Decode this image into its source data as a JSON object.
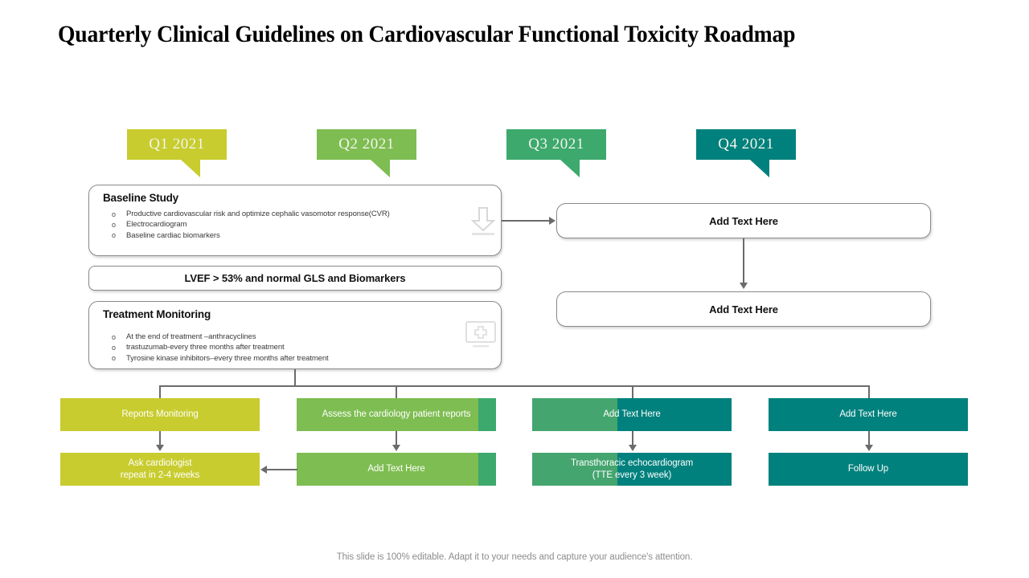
{
  "slide": {
    "title": "Quarterly Clinical Guidelines on Cardiovascular Functional Toxicity Roadmap",
    "footer": "This slide is 100% editable. Adapt it to your needs and capture your audience's attention."
  },
  "colors": {
    "q1": "#c8cc2e",
    "q2": "#7ebd51",
    "q3_light": "#45a56f",
    "q3_dark": "#00817d",
    "q4": "#00817d",
    "q2_accent": "#3da96d",
    "line": "#6b6b6b",
    "card_border": "#8a8a8a",
    "text_dark": "#111111",
    "text_body": "#3a3a3a",
    "footer_text": "#8d8d8d"
  },
  "timeline": {
    "banners": [
      {
        "label": "Q1 2021",
        "color": "#c8cc2e"
      },
      {
        "label": "Q2 2021",
        "color": "#7ebd51"
      },
      {
        "label": "Q3 2021",
        "color": "#3da96d"
      },
      {
        "label": "Q4 2021",
        "color": "#00817d"
      }
    ]
  },
  "cards": {
    "baseline": {
      "title": "Baseline Study",
      "icon": "download-arrow-icon",
      "bullets": [
        "Productive cardiovascular risk and optimize cephalic vasomotor response(CVR)",
        "Electrocardiogram",
        "Baseline cardiac biomarkers"
      ]
    },
    "criteria": {
      "text": "LVEF > 53% and normal GLS and Biomarkers"
    },
    "treatment": {
      "title": "Treatment Monitoring",
      "icon": "monitor-health-icon",
      "bullets": [
        "At the end of treatment –anthracyclines",
        " trastuzumab-every three months after treatment",
        "Tyrosine kinase inhibitors–every three months after treatment"
      ]
    },
    "right_top": {
      "text": "Add  Text Here"
    },
    "right_bottom": {
      "text": "Add  Text Here"
    }
  },
  "columns": [
    {
      "key": "q1",
      "top": {
        "text": "Reports Monitoring"
      },
      "bottom": {
        "text": "Ask cardiologist\nrepeat in 2-4 weeks"
      }
    },
    {
      "key": "q2",
      "top": {
        "text": "Assess the cardiology\npatient reports"
      },
      "bottom": {
        "text": "Add Text Here"
      }
    },
    {
      "key": "q3",
      "top": {
        "text": "Add Text Here"
      },
      "bottom": {
        "text": "Transthoracic  echocardiogram\n(TTE  every  3 week)"
      }
    },
    {
      "key": "q4",
      "top": {
        "text": "Add Text Here"
      },
      "bottom": {
        "text": "Follow Up"
      }
    }
  ]
}
